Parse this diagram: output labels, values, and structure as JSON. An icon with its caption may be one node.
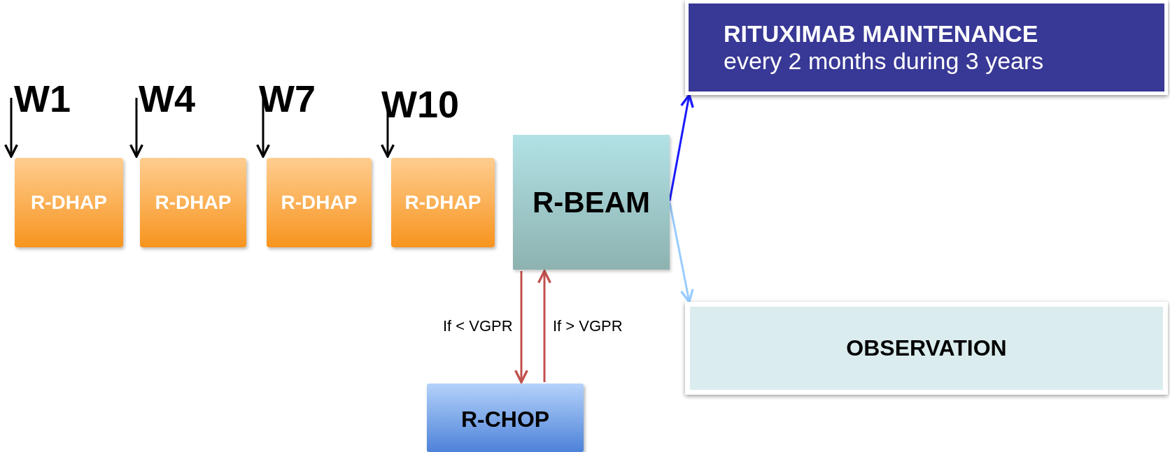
{
  "diagram": {
    "nodes": [
      {
        "text": [
          "W1"
        ]
      },
      {
        "text": [
          "W4"
        ]
      },
      {
        "text": [
          "W7"
        ]
      },
      {
        "text": [
          "W10"
        ]
      },
      {
        "text": [
          "R-DHAP"
        ]
      },
      {
        "text": [
          "R-DHAP"
        ]
      },
      {
        "text": [
          "R-DHAP"
        ]
      },
      {
        "text": [
          "R-DHAP"
        ]
      },
      {
        "text": [
          "R-BEAM"
        ]
      },
      {
        "text": [
          "RITUXIMAB MAINTENANCE",
          "every 2 months during 3 years"
        ]
      },
      {
        "text": [
          "OBSERVATION"
        ]
      },
      {
        "text": [
          "R-CHOP"
        ]
      }
    ],
    "edges": [
      {
        "from": 0,
        "to": 4,
        "arrow": "to"
      },
      {
        "from": 1,
        "to": 5,
        "arrow": "to"
      },
      {
        "from": 2,
        "to": 6,
        "arrow": "to"
      },
      {
        "from": 3,
        "to": 7,
        "arrow": "to"
      },
      {
        "from": 8,
        "to": 9,
        "arrow": "to",
        "color": "#1a1aff"
      },
      {
        "from": 8,
        "to": 10,
        "arrow": "to",
        "color": "#99ccff"
      },
      {
        "from": 8,
        "to": 11,
        "arrow": "to",
        "label": "If < VGPR",
        "color": "#c0504d"
      },
      {
        "from": 11,
        "to": 8,
        "arrow": "to",
        "label": "If > VGPR",
        "color": "#c0504d"
      }
    ]
  }
}
